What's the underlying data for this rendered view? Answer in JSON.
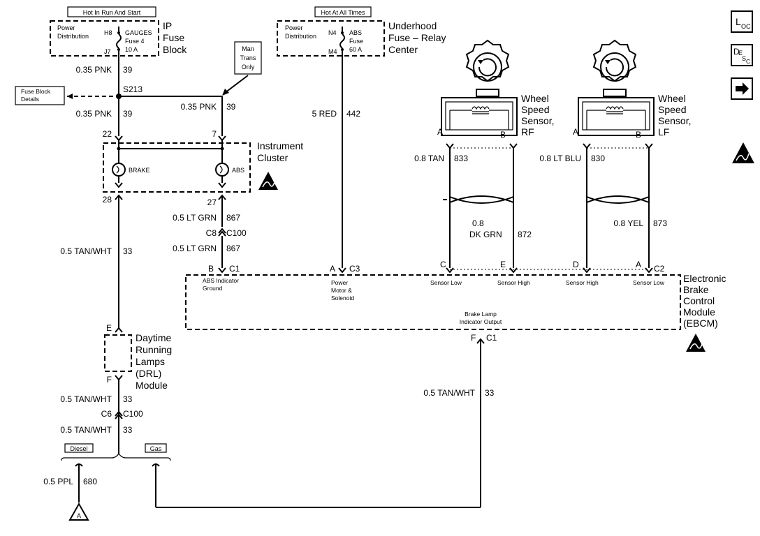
{
  "power": {
    "run_start": {
      "header": "Hot In Run And Start",
      "pd": [
        "Power",
        "Distribution"
      ],
      "pin_in": "H8",
      "pin_out": "J7",
      "fuse": [
        "GAUGES",
        "Fuse 4",
        "10 A"
      ],
      "block": [
        "IP",
        "Fuse",
        "Block"
      ]
    },
    "at_all_times": {
      "header": "Hot At All Times",
      "pd": [
        "Power",
        "Distribution"
      ],
      "pin_in": "N4",
      "pin_out": "M4",
      "fuse": [
        "ABS",
        "Fuse",
        "60 A"
      ],
      "block": [
        "Underhood",
        "Fuse – Relay",
        "Center"
      ]
    }
  },
  "splice": "S213",
  "fuse_block_details": [
    "Fuse Block",
    "Details"
  ],
  "man_trans": [
    "Man",
    "Trans",
    "Only"
  ],
  "circuits": {
    "pnk1": {
      "gauge": "0.35 PNK",
      "num": "39"
    },
    "pnk2": {
      "gauge": "0.35 PNK",
      "num": "39"
    },
    "pnk3": {
      "gauge": "0.35 PNK",
      "num": "39"
    },
    "red": {
      "gauge": "5 RED",
      "num": "442"
    },
    "tan833": {
      "gauge": "0.8 TAN",
      "num": "833"
    },
    "ltblu830": {
      "gauge": "0.8 LT BLU",
      "num": "830"
    },
    "dkgrn872": {
      "gauge1": "0.8",
      "gauge2": "DK GRN",
      "num": "872"
    },
    "yel873": {
      "gauge": "0.8 YEL",
      "num": "873"
    },
    "ltgrn1": {
      "gauge": "0.5 LT GRN",
      "num": "867"
    },
    "ltgrn2": {
      "gauge": "0.5 LT GRN",
      "num": "867"
    },
    "tanwht1": {
      "gauge": "0.5 TAN/WHT",
      "num": "33"
    },
    "tanwht2": {
      "gauge": "0.5 TAN/WHT",
      "num": "33"
    },
    "tanwht3": {
      "gauge": "0.5 TAN/WHT",
      "num": "33"
    },
    "tanwht4": {
      "gauge": "0.5 TAN/WHT",
      "num": "33"
    },
    "ppl680": {
      "gauge": "0.5 PPL",
      "num": "680"
    }
  },
  "cluster": {
    "label": [
      "Instrument",
      "Cluster"
    ],
    "pin_brake_in": "22",
    "pin_abs_in": "7",
    "pin_brake_out": "28",
    "pin_abs_out": "27",
    "brake": "BRAKE",
    "abs": "ABS"
  },
  "c8_connector": {
    "pin": "C8",
    "name": "C100"
  },
  "c6_connector": {
    "pin": "C6",
    "name": "C100"
  },
  "ebcm": {
    "label": [
      "Electronic",
      "Brake",
      "Control",
      "Module",
      "(EBCM)"
    ],
    "pins": {
      "b": "B",
      "c1": "C1",
      "a": "A",
      "c3": "C3",
      "c": "C",
      "e": "E",
      "d": "D",
      "a2": "A",
      "c2": "C2",
      "f": "F",
      "c1b": "C1"
    },
    "abs_ind_gnd": [
      "ABS Indicator",
      "Ground"
    ],
    "power_motor": [
      "Power",
      "Motor &",
      "Solenoid"
    ],
    "sensor_low": "Sensor Low",
    "sensor_high": "Sensor High",
    "brake_lamp": [
      "Brake Lamp",
      "Indicator Output"
    ]
  },
  "wss_rf": {
    "label": [
      "Wheel",
      "Speed",
      "Sensor,",
      "RF"
    ],
    "pin_a": "A",
    "pin_b": "B"
  },
  "wss_lf": {
    "label": [
      "Wheel",
      "Speed",
      "Sensor,",
      "LF"
    ],
    "pin_a": "A",
    "pin_b": "B"
  },
  "drl": {
    "label": [
      "Daytime",
      "Running",
      "Lamps",
      "(DRL)",
      "Module"
    ],
    "pin_e": "E",
    "pin_f": "F"
  },
  "engine": {
    "diesel": "Diesel",
    "gas": "Gas"
  },
  "ground_ref": "A",
  "nav": {
    "loc": {
      "main": "L",
      "sub": "OC"
    },
    "desc": {
      "main": "D",
      "e": "E",
      "s": "S",
      "c": "C"
    },
    "next": "next-arrow-icon"
  }
}
